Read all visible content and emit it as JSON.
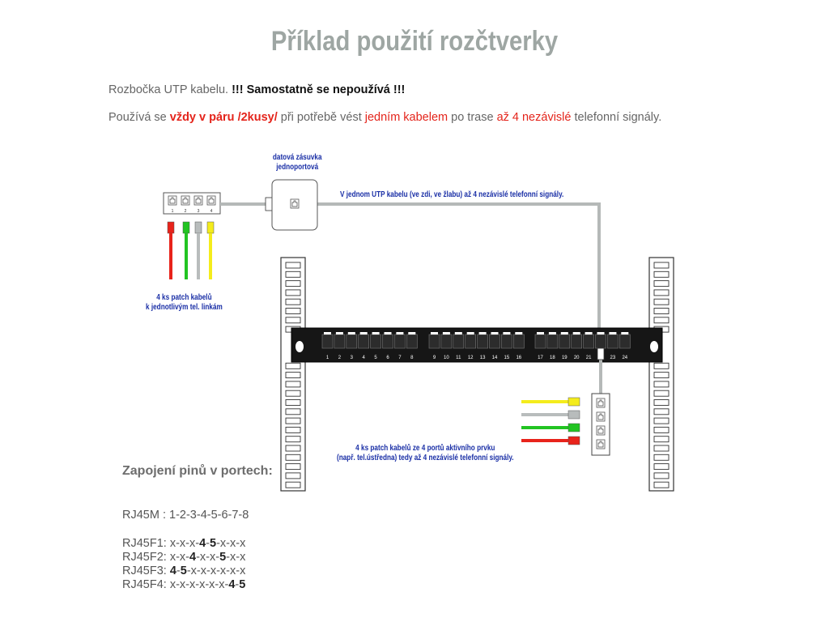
{
  "title": "Příklad použití rozčtverky",
  "intro": {
    "line1_a": "Rozbočka UTP kabelu. ",
    "line1_b": "!!! Samostatně se nepoužívá !!!",
    "line2_parts": [
      "Používá se ",
      "vždy v páru  /2kusy/",
      " při potřebě vést ",
      "jedním kabelem",
      " po trase ",
      "až 4 nezávislé",
      " telefonní signály."
    ]
  },
  "labels": {
    "socket": "datová zásuvka\njednoportová",
    "cable": "V jednom UTP kabelu (ve zdi, ve žlabu) až 4 nezávislé telefonní signály.",
    "left_cables": "4 ks patch kabelů\nk jednotlivým tel. linkám",
    "right_cables": "4 ks patch kabelů ze 4 portů aktivního prvku\n(např. tel.ústředna) tedy až 4 nezávislé telefonní signály."
  },
  "splitter_ports": [
    "1",
    "2",
    "3",
    "4"
  ],
  "patch_panel_ports": [
    "1",
    "2",
    "3",
    "4",
    "5",
    "6",
    "7",
    "8",
    "9",
    "10",
    "11",
    "12",
    "13",
    "14",
    "15",
    "16",
    "17",
    "18",
    "19",
    "20",
    "21",
    "22",
    "23",
    "24"
  ],
  "cable_colors": {
    "red": "#e8231b",
    "green": "#22c422",
    "gray": "#b8bcbc",
    "yellow": "#f4ec1c"
  },
  "pinout": {
    "heading": "Zapojení pinů v portech:",
    "rj45m": "RJ45M : 1-2-3-4-5-6-7-8",
    "rows": [
      {
        "label": "RJ45F1: ",
        "parts": [
          [
            "x-x-x-",
            false
          ],
          [
            "4",
            true
          ],
          [
            "-",
            false
          ],
          [
            "5",
            true
          ],
          [
            "-x-x-x",
            false
          ]
        ]
      },
      {
        "label": "RJ45F2: ",
        "parts": [
          [
            "x-x-",
            false
          ],
          [
            "4",
            true
          ],
          [
            "-x-x-",
            false
          ],
          [
            "5",
            true
          ],
          [
            "-x-x",
            false
          ]
        ]
      },
      {
        "label": "RJ45F3: ",
        "parts": [
          [
            "4",
            true
          ],
          [
            "-",
            false
          ],
          [
            "5",
            true
          ],
          [
            "-x-x-x-x-x-x",
            false
          ]
        ]
      },
      {
        "label": "RJ45F4: ",
        "parts": [
          [
            "x-x-x-x-x-x-",
            false
          ],
          [
            "4",
            true
          ],
          [
            "-",
            false
          ],
          [
            "5",
            true
          ]
        ]
      }
    ]
  }
}
